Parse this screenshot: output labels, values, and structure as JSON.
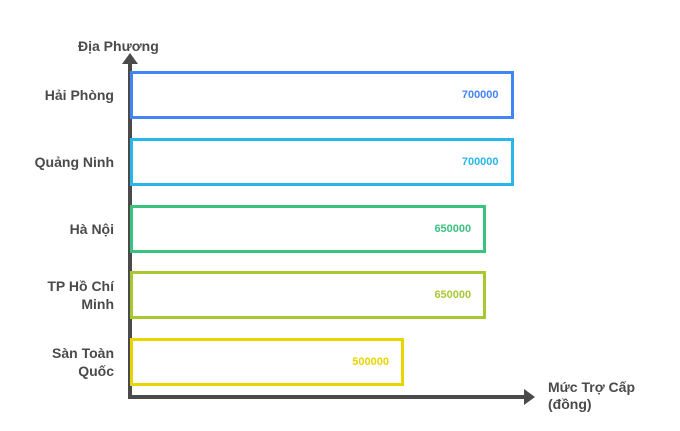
{
  "chart_data": {
    "type": "bar",
    "orientation": "horizontal",
    "title": "",
    "xlabel": "Mức Trợ Cấp (đồng)",
    "ylabel": "Địa Phương",
    "categories": [
      "Hải Phòng",
      "Quảng Ninh",
      "Hà Nội",
      "TP Hồ Chí Minh",
      "Sàn Toàn Quốc"
    ],
    "values": [
      700000,
      700000,
      650000,
      650000,
      500000
    ],
    "value_labels": [
      "700000",
      "700000",
      "650000",
      "650000",
      "500000"
    ],
    "colors": [
      "#4285f4",
      "#29b6e8",
      "#3ac27f",
      "#a8c832",
      "#e8d500"
    ],
    "xlim": [
      0,
      730000
    ],
    "grid": false,
    "legend": false,
    "bar_style": "outline"
  },
  "axes": {
    "y_title": "Địa Phương",
    "x_title_line1": "Mức Trợ Cấp",
    "x_title_line2": "(đồng)"
  },
  "bars": [
    {
      "label": "Hải Phòng",
      "label_line1": "Hải Phòng",
      "label_line2": "",
      "value": 700000,
      "value_text": "700000",
      "color": "#4285f4"
    },
    {
      "label": "Quảng Ninh",
      "label_line1": "Quảng Ninh",
      "label_line2": "",
      "value": 700000,
      "value_text": "700000",
      "color": "#29b6e8"
    },
    {
      "label": "Hà Nội",
      "label_line1": "Hà Nội",
      "label_line2": "",
      "value": 650000,
      "value_text": "650000",
      "color": "#3ac27f"
    },
    {
      "label": "TP Hồ Chí Minh",
      "label_line1": "TP Hồ Chí",
      "label_line2": "Minh",
      "value": 650000,
      "value_text": "650000",
      "color": "#a8c832"
    },
    {
      "label": "Sàn Toàn Quốc",
      "label_line1": "Sàn Toàn",
      "label_line2": "Quốc",
      "value": 500000,
      "value_text": "500000",
      "color": "#e8d500"
    }
  ]
}
